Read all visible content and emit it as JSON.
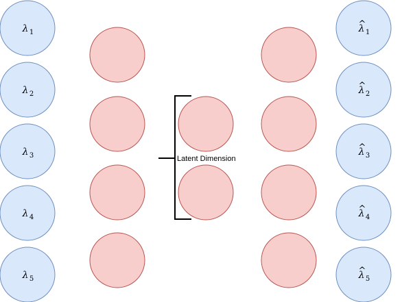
{
  "input_layer": {
    "nodes": [
      {
        "symbol": "λ",
        "sub": "1"
      },
      {
        "symbol": "λ",
        "sub": "2"
      },
      {
        "symbol": "λ",
        "sub": "3"
      },
      {
        "symbol": "λ",
        "sub": "4"
      },
      {
        "symbol": "λ",
        "sub": "5"
      }
    ]
  },
  "output_layer": {
    "hat": "^",
    "nodes": [
      {
        "symbol": "λ",
        "sub": "1"
      },
      {
        "symbol": "λ",
        "sub": "2"
      },
      {
        "symbol": "λ",
        "sub": "3"
      },
      {
        "symbol": "λ",
        "sub": "4"
      },
      {
        "symbol": "λ",
        "sub": "5"
      }
    ]
  },
  "encoder_hidden": {
    "count": 4
  },
  "latent_layer": {
    "count": 2
  },
  "decoder_hidden": {
    "count": 4
  },
  "latent_annotation": {
    "label": "Latent Dimension"
  },
  "colors": {
    "io_fill": "#dae8fc",
    "io_stroke": "#6c8ebf",
    "hidden_fill": "#f8cecc",
    "hidden_stroke": "#b85450"
  }
}
